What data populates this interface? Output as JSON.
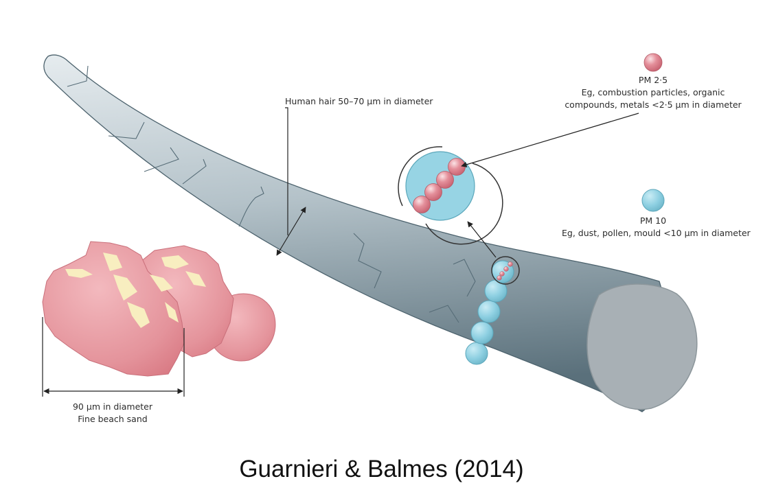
{
  "labels": {
    "hair": "Human hair 50–70 µm in diameter",
    "pm25_title": "PM 2·5",
    "pm25_desc_1": "Eg, combustion particles, organic",
    "pm25_desc_2": "compounds, metals <2·5 µm in diameter",
    "pm10_title": "PM 10",
    "pm10_desc": "Eg, dust, pollen, mould <10 µm in diameter",
    "sand_1": "90 µm in diameter",
    "sand_2": "Fine beach sand"
  },
  "caption": "Guarnieri & Balmes (2014)",
  "colors": {
    "hair_light": "#dfe6ea",
    "hair_mid": "#a9b8bf",
    "hair_dark": "#5f7580",
    "hair_cut": "#a8b0b5",
    "pm25": "#e28a96",
    "pm10": "#8fd0e2",
    "sand_pink": "#e79aa2",
    "sand_highlight": "#f8eec0"
  }
}
